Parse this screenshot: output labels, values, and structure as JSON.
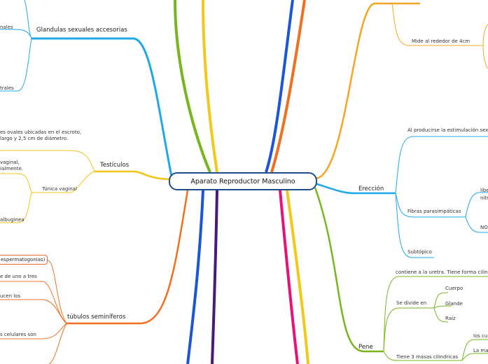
{
  "central": {
    "title": "Aparato Reproductor Masculino"
  },
  "left": {
    "glandulas": {
      "label": "Glandulas sexuales accesorias",
      "children": [
        "nales",
        "trales"
      ]
    },
    "testiculos": {
      "label": "Testículos",
      "description_line1": "es ovales ubicadas en el escroto,",
      "description_line2": "largo y 2,5 cm de diámetro.",
      "vaginal_line1": "vaginal,",
      "vaginal_line2": "ialmente.",
      "tunica_vaginal": "Túnica vaginal",
      "albuginea": "albuginea"
    },
    "tubulos": {
      "label": "túbulos seminíferos",
      "items": [
        "espermatogonias)",
        "e de uno a tres",
        "ucen los",
        "s celulares son"
      ]
    }
  },
  "right": {
    "top": {
      "mide_label": "Mide al rededor de 4cm"
    },
    "ereccion": {
      "label": "Erección",
      "estimulacion": "Al producirse la estimulación sexu",
      "fibras": "Fibras parasimpáticas",
      "libe": "libe",
      "nitr": "nitr",
      "no": "NO",
      "subtopico": "Subtópico"
    },
    "pene": {
      "label": "Pene",
      "uretra": "contiene a la uretra. Tiene forma cilind",
      "se_divide": "Se divide en",
      "partes": [
        "Cuerpo",
        "Glande",
        "Raíz"
      ],
      "masas": "Tiene 3 masas cilindricas",
      "masa_items": [
        "los cu",
        "La ma"
      ]
    }
  },
  "colors": {
    "center_border": "#1f4e8c",
    "blue": "#1c56d6",
    "purple": "#4a1a7a",
    "orange": "#f07020",
    "yellow": "#f2c81a",
    "green": "#78b51e",
    "pink": "#e8117a",
    "light_blue": "#1ea8e8",
    "light_orange": "#f5a623",
    "light_yellow": "#f0c419"
  }
}
